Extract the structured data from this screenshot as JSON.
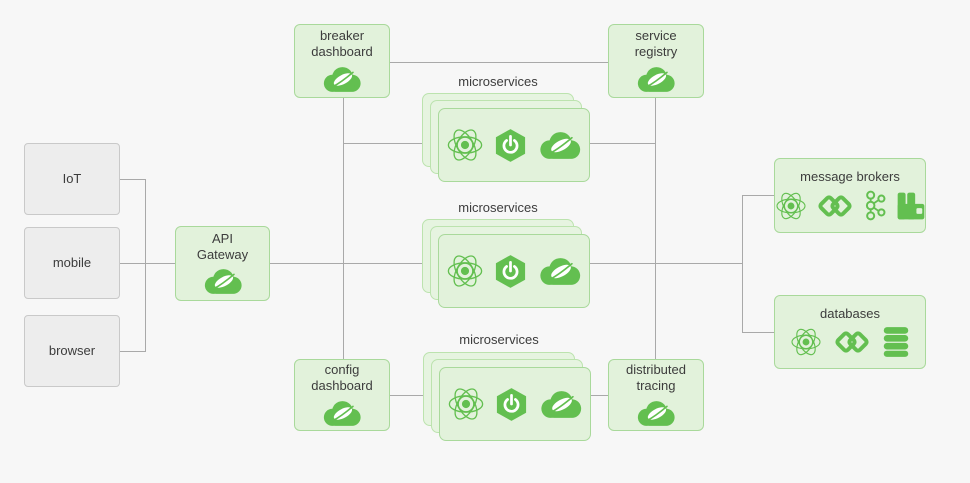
{
  "colors": {
    "background": "#f7f7f7",
    "green": "#63bf50",
    "green_box_fill": "#e2f2db",
    "green_box_border": "#a9d99b",
    "stack_card_fill": "#e6f4e0",
    "stack_card_border": "#bce3ae",
    "gray_box_fill": "#ededed",
    "gray_box_border": "#c9c9c9",
    "connector": "#a9a9a9",
    "text": "#3c3c3c"
  },
  "clients": [
    {
      "label": "IoT"
    },
    {
      "label": "mobile"
    },
    {
      "label": "browser"
    }
  ],
  "gateway": {
    "line1": "API",
    "line2": "Gateway"
  },
  "nodes": {
    "breaker": {
      "line1": "breaker",
      "line2": "dashboard"
    },
    "registry": {
      "line1": "service",
      "line2": "registry"
    },
    "config": {
      "line1": "config",
      "line2": "dashboard"
    },
    "tracing": {
      "line1": "distributed",
      "line2": "tracing"
    }
  },
  "labels": {
    "microservices": "microservices"
  },
  "groups": {
    "brokers": {
      "label": "message brokers"
    },
    "databases": {
      "label": "databases"
    }
  },
  "icons": {
    "spring-cloud-leaf": "spring-leaf-cloud-icon",
    "spring-boot": "spring-boot-icon",
    "atom": "spring-cloud-atom-icon",
    "chain-link": "integration-chain-link-icon",
    "kafka": "kafka-icon",
    "rabbitmq": "rabbitmq-icon",
    "database": "database-cylinder-icon"
  }
}
